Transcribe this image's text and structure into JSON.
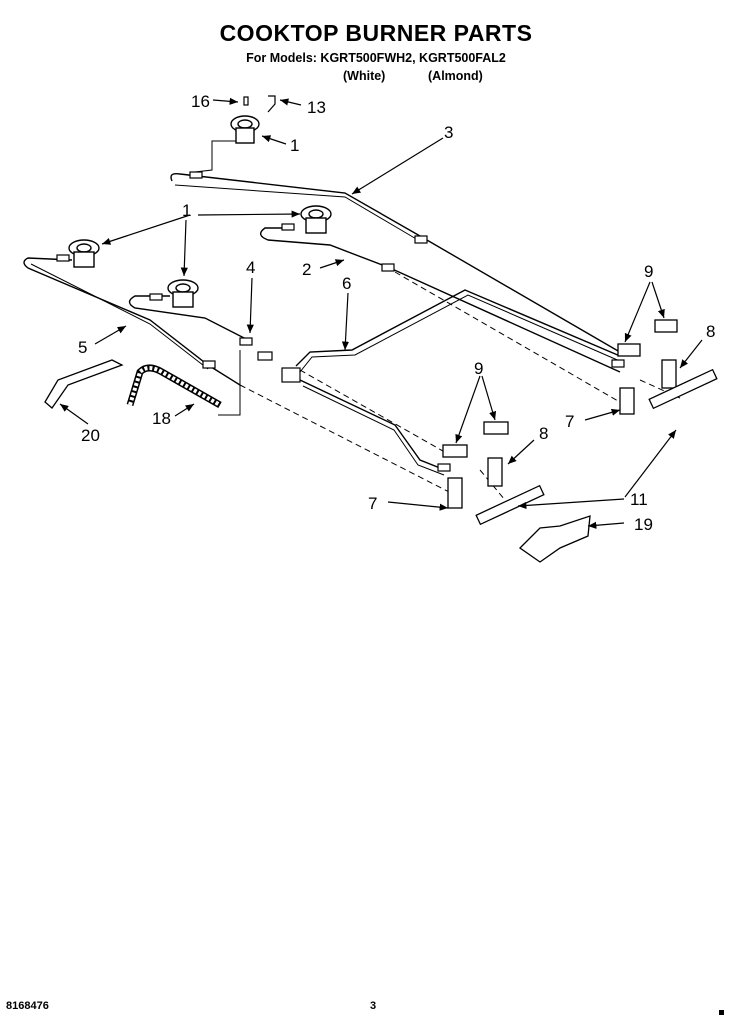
{
  "header": {
    "title": "COOKTOP BURNER PARTS",
    "models": "For Models: KGRT500FWH2, KGRT500FAL2",
    "variant_white": "(White)",
    "variant_almond": "(Almond)"
  },
  "callouts": {
    "c16": "16",
    "c13": "13",
    "c1_top": "1",
    "c3": "3",
    "c1_group": "1",
    "c4": "4",
    "c2": "2",
    "c6": "6",
    "c9_right": "9",
    "c8_right": "8",
    "c5": "5",
    "c7_right": "7",
    "c9_mid": "9",
    "c8_mid": "8",
    "c20": "20",
    "c18": "18",
    "c7_left": "7",
    "c11": "11",
    "c19": "19"
  },
  "footer": {
    "part_number": "8168476",
    "page_number": "3"
  }
}
